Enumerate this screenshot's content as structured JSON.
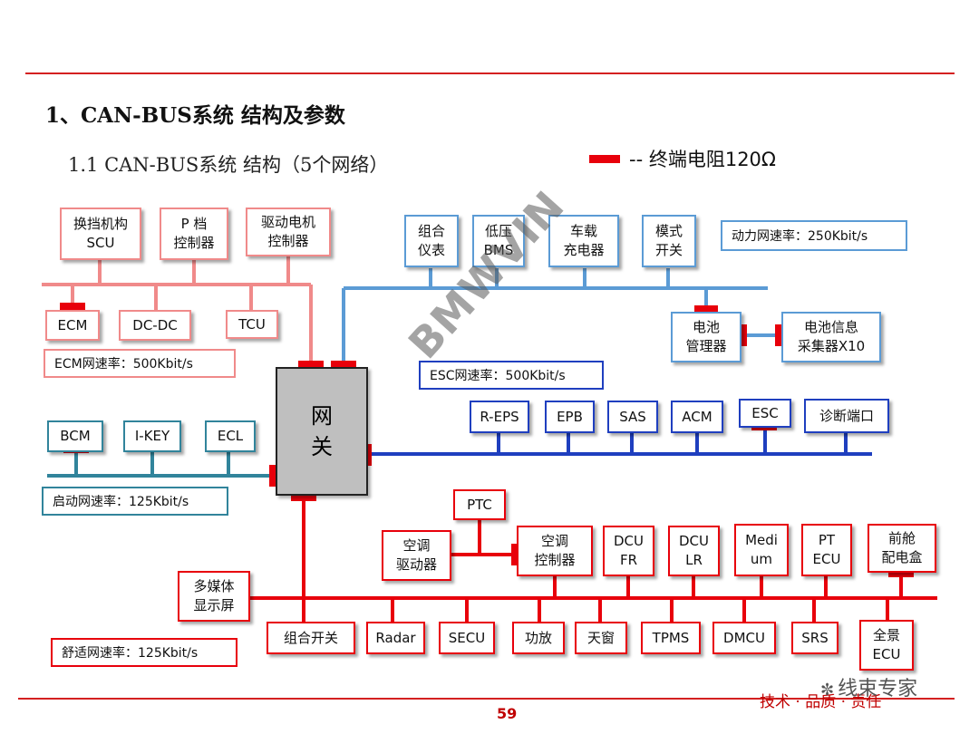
{
  "title": "1、CAN-BUS系统 结构及参数",
  "subtitle": "1.1 CAN-BUS系统 结构（5个网络）",
  "legend": {
    "label": "-- 终端电阻120Ω",
    "color": "#e8000b"
  },
  "watermark": "BMWVIN",
  "gateway": "网\n关",
  "networks": {
    "ecm": {
      "color": "#f08a8a",
      "rate": "ECM网速率：500Kbit/s",
      "top_nodes": [
        "换挡机构\nSCU",
        "P 档\n控制器",
        "驱动电机\n控制器"
      ],
      "bottom_nodes": [
        "ECM",
        "DC-DC",
        "TCU"
      ]
    },
    "power": {
      "color": "#5b9bd5",
      "rate": "动力网速率：250Kbit/s",
      "nodes": [
        "组合\n仪表",
        "低压\nBMS",
        "车载\n充电器",
        "模式\n开关",
        "电池\n管理器",
        "电池信息\n采集器X10"
      ]
    },
    "esc": {
      "color": "#1f3fbf",
      "rate": "ESC网速率：500Kbit/s",
      "nodes": [
        "R-EPS",
        "EPB",
        "SAS",
        "ACM",
        "ESC",
        "诊断端口"
      ]
    },
    "start": {
      "color": "#31849b",
      "rate": "启动网速率：125Kbit/s",
      "nodes": [
        "BCM",
        "I-KEY",
        "ECL"
      ]
    },
    "comfort": {
      "color": "#e8000b",
      "rate": "舒适网速率：125Kbit/s",
      "nodes": [
        "PTC",
        "空调\n驱动器",
        "空调\n控制器",
        "DCU\nFR",
        "DCU\nLR",
        "Medi\num",
        "PT\nECU",
        "前舱\n配电盒",
        "多媒体\n显示屏",
        "组合开关",
        "Radar",
        "SECU",
        "功放",
        "天窗",
        "TPMS",
        "DMCU",
        "SRS",
        "全景\nECU"
      ]
    }
  },
  "page_number": "59",
  "footer": "技术 · 品质 · 责任",
  "wechat": "线束专家"
}
